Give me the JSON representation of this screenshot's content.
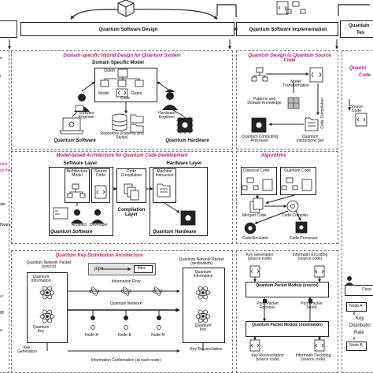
{
  "phases": {
    "design": "Quantum Software Design",
    "implementation": "Quantum Software Implementation",
    "testing_partial": "Quantum",
    "testing_partial_2": "Tes"
  },
  "hybrid": {
    "title": "Domain-specific Hybrid Design for Quantum System",
    "dsm": "Domain Specific Model",
    "qubits": "Qubits",
    "model": "Model",
    "gates": "Gates",
    "code": "Code",
    "sw_engineer": "Software Engineer",
    "hw_engineer": "Hardware Engineer",
    "repository": "Repository (Patterns and Styles)",
    "quantum_software": "Quantum Software",
    "quantum_hardware": "Quantum Hardware"
  },
  "mda": {
    "title": "Model-based Architecture for Quantum Code Development",
    "software_layer": "Software Layer",
    "hardware_layer": "Hardware Layer",
    "architecture_model": "Architecture Model",
    "source_code": "Source Code",
    "code_compilation": "Code Compilation",
    "machine_instruction": "Machine Instruction",
    "architect": "Architect",
    "developer": "Developer",
    "compilation_layer": "Compilation Layer",
    "quantum_software": "Quantum Software",
    "quantum_hardware": "Quantum Hardware"
  },
  "qd2sc": {
    "title": "Quantum Design to Quantum Source Code",
    "model_transformation": "Model Transformation",
    "patterns_knowledge": "Patterns and Domain Knowledge",
    "code_compilation": "Code Compilation",
    "quantum_computing_processor": "Quantum Computing Processor",
    "quantum_instructions_set": "Quantum Instructions Set"
  },
  "algorithms": {
    "title": "Algorithms",
    "classical_code": "Classical Code",
    "quantum_code": "Quantum Code",
    "merged_code": "Merged Code",
    "code_compiler": "Code Compiler",
    "code_simulator": "CodeSimulator",
    "code_processor": "Code Processor"
  },
  "qkd": {
    "title": "Quantum Key Distribution Architecture",
    "packet_source": "Quantum Network Packet (source)",
    "packet_destination": "Quantum Network Packet (destination)",
    "quantum_information": "Quantum Information",
    "pipe": "pipe",
    "filter": "filter",
    "information_flow": "Information Flow",
    "quantum_network": "Quantum Network",
    "quantum_key": "Quantum Key",
    "key_generation": "Key Generation",
    "node_a": "Node-A",
    "node_b": "Node-B",
    "node_n": "Node-N",
    "info_confirmation": "Information Confirmation (at each node)",
    "key_reconciliation": "Key Reconciliation"
  },
  "pkt": {
    "key_generation": "Key Generation (source code)",
    "info_encoding": "Informatin Encoding (source code)",
    "module_source": "Quantum Packet Module (source)",
    "port_receive": "Port (Packet Receive)",
    "port_send": "Port (Packet Send)",
    "module_destination": "Quantum Packet Module (destination)",
    "key_reconciliation": "Key Reconciliation (source code)",
    "info_decoding": "Informatin Decoding (source code)"
  },
  "right_edge": {
    "quantum_partial": "Quantu",
    "code_partial": "Code",
    "source_code": "Source Code",
    "case_partial": "Case",
    "node_a": "Node A",
    "key_label": "Key",
    "distribution": "Distributio",
    "rate": "Rate",
    "node_b": "Node B"
  },
  "left_edge": {
    "e1": "s",
    "e2": "r",
    "e3": "dels",
    "e4": "se that",
    "e5": "ate",
    "e6": "ftware",
    "e7": "er",
    "e8": "gy",
    "e9": "a"
  }
}
